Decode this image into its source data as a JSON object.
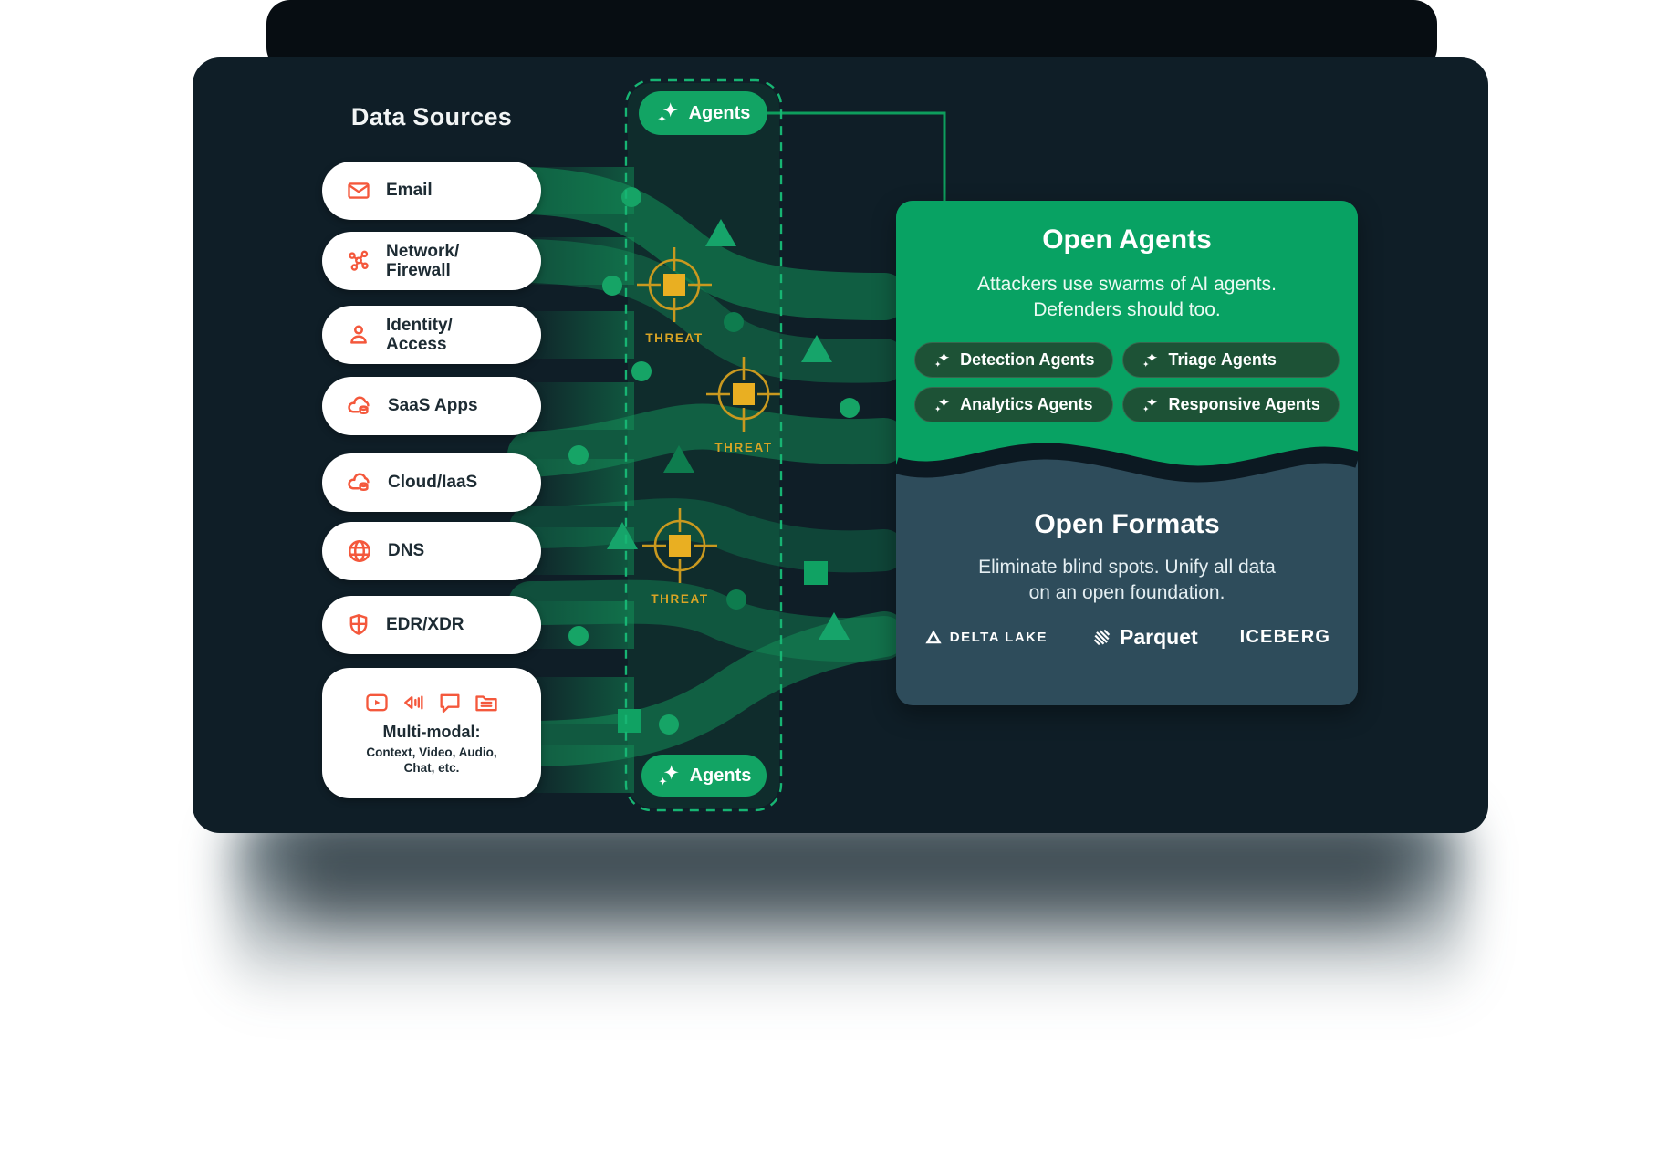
{
  "title": "Data Sources",
  "sources": [
    {
      "label": "Email",
      "icon": "email-icon"
    },
    {
      "label": "Network/\nFirewall",
      "icon": "network-icon"
    },
    {
      "label": "Identity/\nAccess",
      "icon": "person-icon"
    },
    {
      "label": "SaaS Apps",
      "icon": "cloud-db-icon"
    },
    {
      "label": "Cloud/IaaS",
      "icon": "cloud-db-icon"
    },
    {
      "label": "DNS",
      "icon": "globe-icon"
    },
    {
      "label": "EDR/XDR",
      "icon": "shield-icon"
    }
  ],
  "multimodal": {
    "title": "Multi-modal:",
    "subtitle": "Context, Video, Audio,\nChat, etc.",
    "icons": [
      "video-icon",
      "audio-icon",
      "chat-icon",
      "folder-icon"
    ]
  },
  "labels": {
    "agents": "Agents",
    "threat": "THREAT"
  },
  "open_agents": {
    "title": "Open Agents",
    "description": "Attackers use swarms of AI agents.\nDefenders should too.",
    "chips": [
      "Detection Agents",
      "Triage Agents",
      "Analytics Agents",
      "Responsive Agents"
    ]
  },
  "open_formats": {
    "title": "Open Formats",
    "description": "Eliminate blind spots. Unify all data\non an open foundation.",
    "logos": {
      "delta": "DELTA LAKE",
      "parquet": "Parquet",
      "iceberg": "ICEBERG"
    }
  },
  "colors": {
    "canvas_bg": "#0f1e27",
    "accent_green": "#08a263",
    "agents_pill_green": "#12a464",
    "chip_green": "#1d5236",
    "panel_blue": "#2e4c5b",
    "icon_orange": "#f4583c",
    "threat_gold": "#d9a425",
    "dashed_border": "#17b573"
  }
}
